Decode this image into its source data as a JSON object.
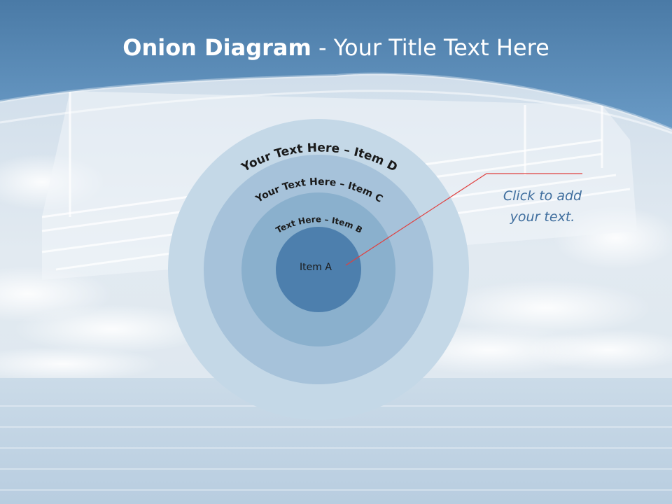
{
  "slide": {
    "title_bold": "Onion Diagram",
    "title_rest": " - Your Title Text Here"
  },
  "diagram": {
    "rings": [
      {
        "label": "Item A"
      },
      {
        "label": "Text Here – Item B"
      },
      {
        "label": "Your Text Here – Item C"
      },
      {
        "label": "Your Text Here – Item D"
      }
    ],
    "colors": {
      "ring_a": "#4d7fad",
      "ring_b": "#8ab0cd",
      "ring_c": "#a6c2da",
      "ring_d": "#c4d8e7",
      "header": "#5a8cb8",
      "connector": "#e0403f"
    }
  },
  "callout": {
    "line1": "Click  to add",
    "line2": "your text."
  }
}
